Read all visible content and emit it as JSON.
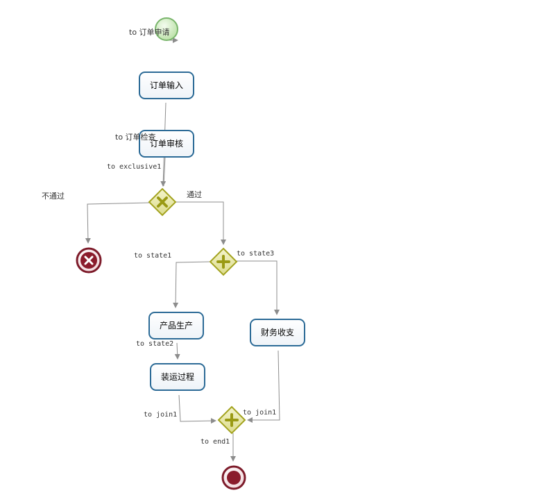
{
  "colors": {
    "task_border": "#2b6a96",
    "task_fill": "#f3f6fa",
    "gateway_border": "#a3a31f",
    "gateway_fill": "#e6e6a3",
    "start_border": "#79b56b",
    "start_fill": "#d6f0c8",
    "end_border": "#7d1b2a",
    "end_fill": "#8a1c2c",
    "edge": "#8c8c8c"
  },
  "tasks": {
    "order_input": "订单输入",
    "order_review": "订单审核",
    "production": "产品生产",
    "shipping": "装运过程",
    "finance": "财务收支"
  },
  "edge_labels": {
    "to_order_apply": "to 订单申请",
    "to_order_check": "to 订单检查",
    "to_exclusive1": "to exclusive1",
    "rejected": "不通过",
    "approved": "通过",
    "to_state1": "to state1",
    "to_state3": "to state3",
    "to_state2": "to state2",
    "to_join1_left": "to join1",
    "to_join1_right": "to join1",
    "to_end1": "to end1"
  }
}
